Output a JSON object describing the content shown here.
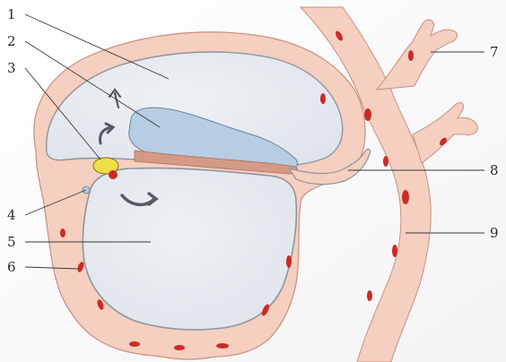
{
  "diagram": {
    "labels": [
      "1",
      "2",
      "3",
      "4",
      "5",
      "6",
      "7",
      "8",
      "9"
    ],
    "colors": {
      "tissue": "#f5cfc0",
      "tissue_edge": "#c98f80",
      "cavity": "#e4e8ee",
      "cavity_edge": "#8e949c",
      "amnion_blue": "#b7cde3",
      "embryo_band": "#d49a86",
      "blood": "#cc2b24",
      "yolk": "#f0dd4a",
      "arrow": "#555b62",
      "leader": "#3a3a3a"
    }
  }
}
